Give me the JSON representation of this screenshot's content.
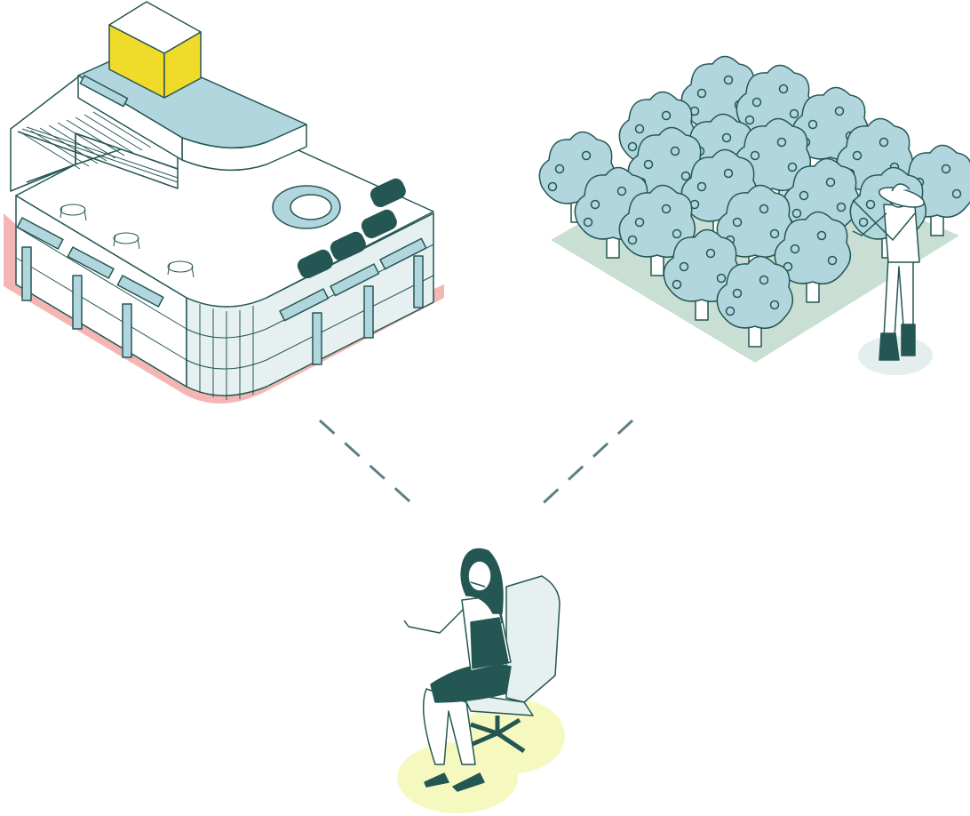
{
  "colors": {
    "outline": "#245753",
    "building_base": "#f4b6b4",
    "building_roof": "#b2d6de",
    "rooftop_box": "#f0da2a",
    "tree_foliage": "#b2d6de",
    "orchard_ground": "#c9dfd3",
    "dark_accent": "#245753",
    "connector_line": "#5e7f86",
    "chair_shadow": "#f6f9bf",
    "farmer_shadow": "#e4eeee"
  },
  "scene": {
    "nodes": [
      "shopping-mall",
      "orchard-farm",
      "call-center-operator"
    ],
    "connections": [
      [
        "shopping-mall",
        "call-center-operator"
      ],
      [
        "orchard-farm",
        "call-center-operator"
      ]
    ]
  }
}
